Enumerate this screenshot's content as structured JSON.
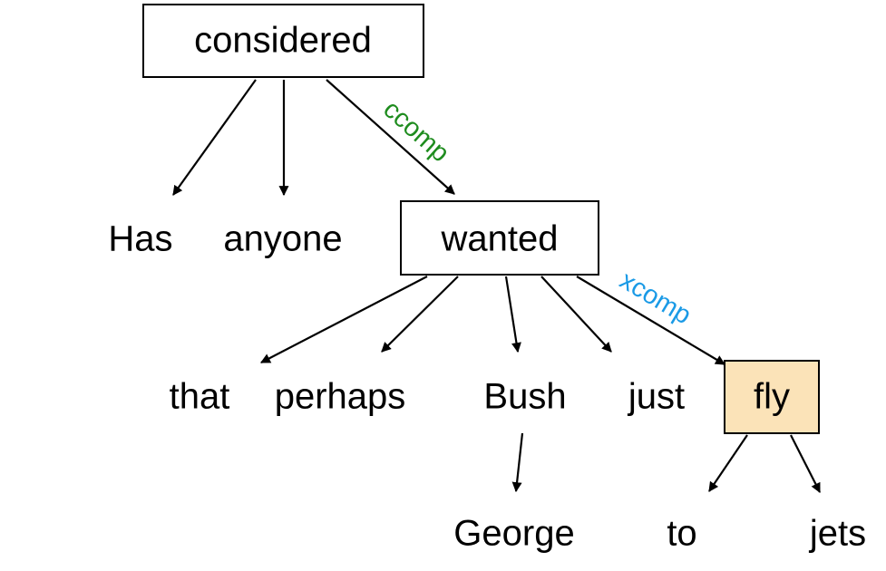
{
  "colors": {
    "ccomp": "#1e8c1e",
    "xcomp": "#1a9ae6",
    "highlight_fill": "#fbe3b8"
  },
  "nodes": {
    "considered": "considered",
    "has": "Has",
    "anyone": "anyone",
    "wanted": "wanted",
    "that": "that",
    "perhaps": "perhaps",
    "bush": "Bush",
    "just": "just",
    "fly": "fly",
    "george": "George",
    "to": "to",
    "jets": "jets"
  },
  "relations": {
    "ccomp": "ccomp",
    "xcomp": "xcomp"
  }
}
